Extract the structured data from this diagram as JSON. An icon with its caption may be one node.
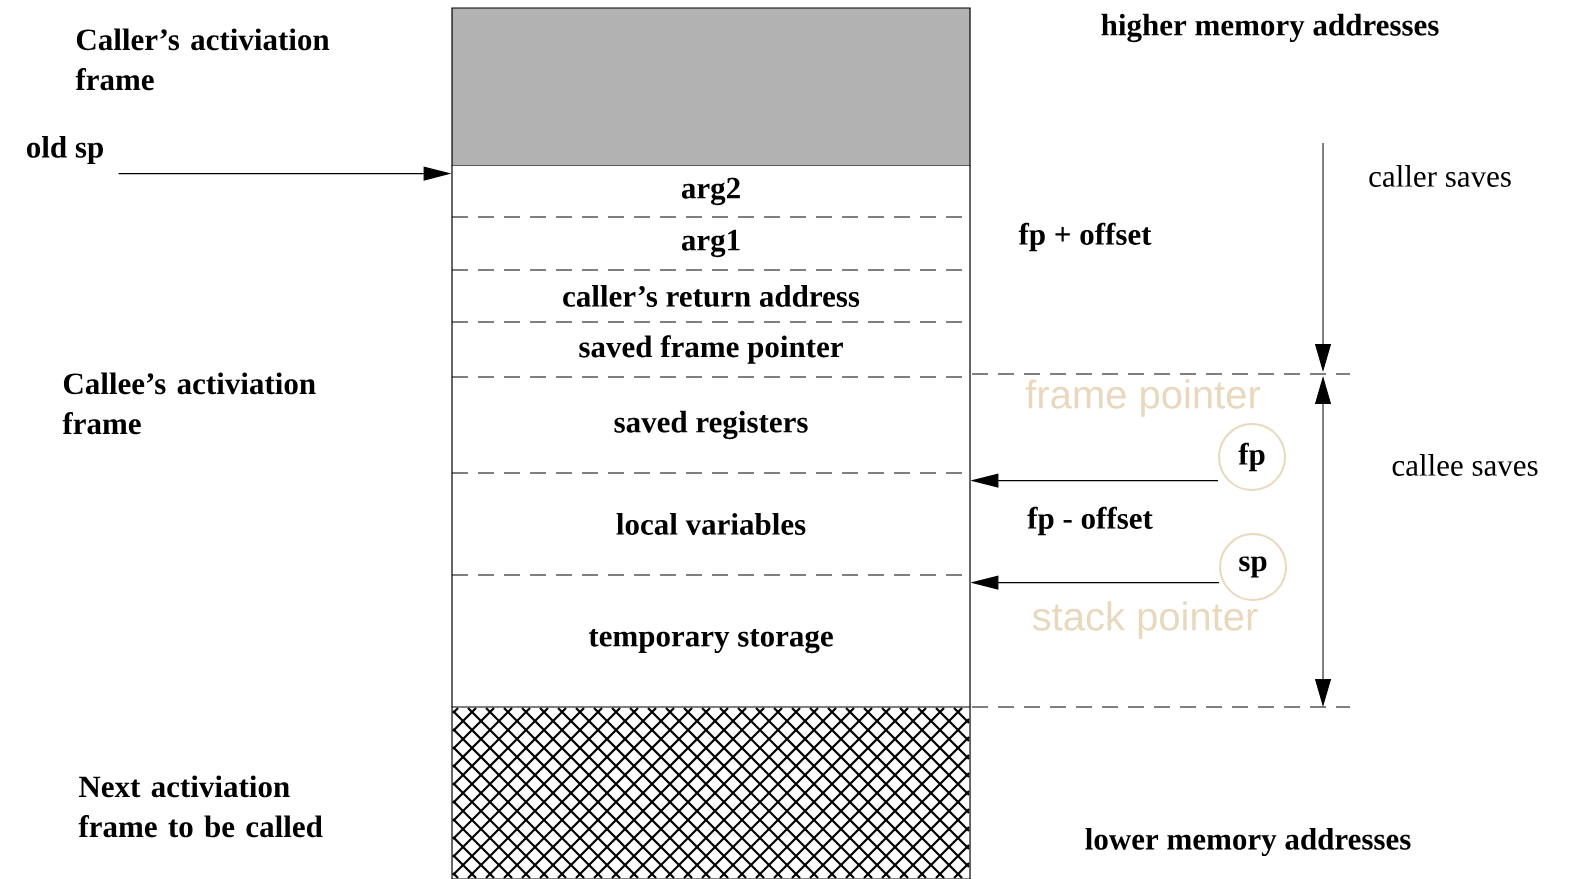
{
  "diagram": {
    "nodes": [
      {
        "text": [
          "old sp"
        ]
      },
      {
        "text": [],
        "shape": "box"
      },
      {
        "text": [
          "arg2"
        ]
      },
      {
        "text": [
          "arg1"
        ]
      },
      {
        "text": [
          "caller’s return address"
        ]
      },
      {
        "text": [
          "saved frame pointer"
        ]
      },
      {
        "text": [
          "saved registers"
        ]
      },
      {
        "text": [
          "local variables"
        ]
      },
      {
        "text": [
          "temporary storage"
        ]
      },
      {
        "text": [],
        "shape": "box"
      },
      {
        "text": [
          "fp"
        ],
        "beside": [
          "frame pointer"
        ]
      },
      {
        "text": [
          "sp"
        ],
        "beside": [
          "stack pointer"
        ]
      }
    ],
    "edges": [
      {
        "from": 0,
        "to": 2,
        "arrow": "to"
      },
      {
        "from": 10,
        "to": 7,
        "arrow": "to"
      },
      {
        "from": 11,
        "to": 8,
        "arrow": "to"
      }
    ],
    "labels": [
      "higher memory addresses",
      "Caller’s activiation frame",
      "caller saves",
      "fp + offset",
      "Callee’s activiation frame",
      "callee saves",
      "fp - offset",
      "Next activiation frame to be called",
      "lower memory addresses"
    ]
  }
}
